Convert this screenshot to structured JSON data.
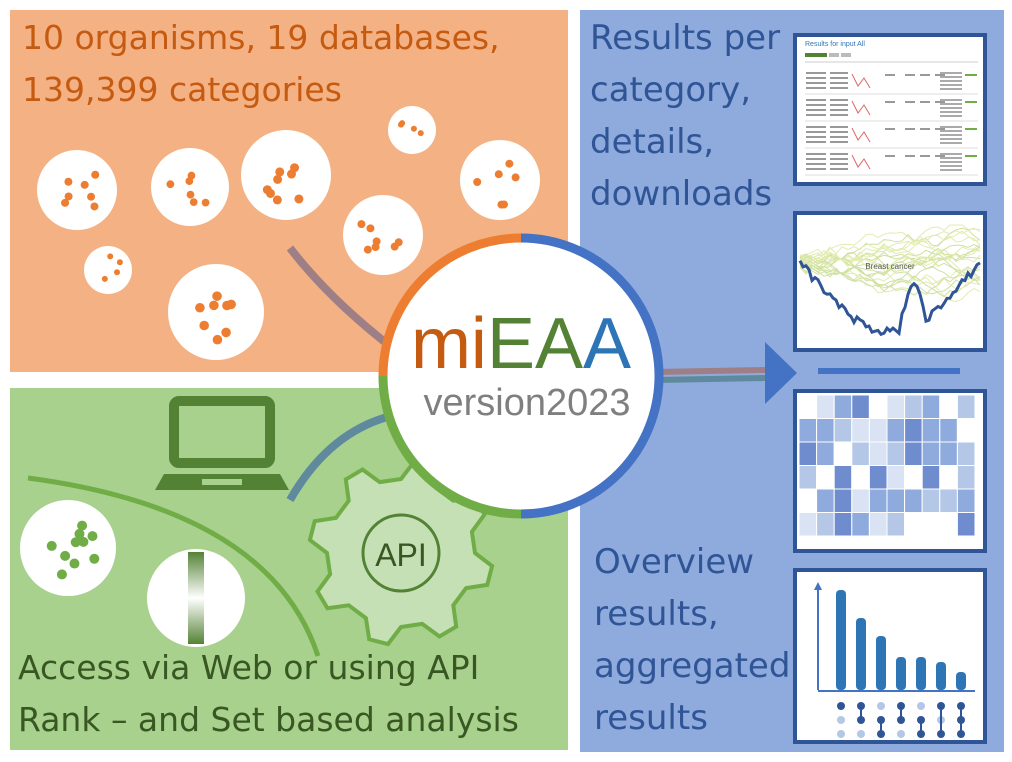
{
  "panels": {
    "data_panel": {
      "lines": [
        "10 organisms, 19 databases,",
        "139,399 categories"
      ]
    },
    "results_panel": {
      "lines": [
        "Results per",
        "category,",
        "details,",
        "downloads"
      ]
    },
    "overview_panel": {
      "lines": [
        "Overview",
        "results,",
        "aggregated",
        "results"
      ]
    },
    "access_panel": {
      "lines": [
        "Access via Web or using API",
        "Rank – and Set based analysis"
      ]
    }
  },
  "logo": {
    "part_mi": "mi",
    "part_e": "E",
    "part_a1": "A",
    "part_a2": "A",
    "version": "version2023"
  },
  "gear": {
    "label": "API"
  },
  "thumbnails": {
    "results_table": {
      "title": "Results for input All"
    },
    "running_sum": {
      "label": "Breast cancer"
    }
  },
  "colors": {
    "orange_panel": "#f4b183",
    "orange_text": "#c55a11",
    "green_panel": "#a9d18e",
    "green_text": "#385723",
    "blue_panel": "#8faadc",
    "blue_text": "#2f5597",
    "ring_orange": "#ed7d31",
    "ring_green": "#70ad47",
    "ring_blue": "#4472c4"
  },
  "icons": [
    "laptop-icon",
    "gear-icon",
    "arrow-right-icon"
  ]
}
